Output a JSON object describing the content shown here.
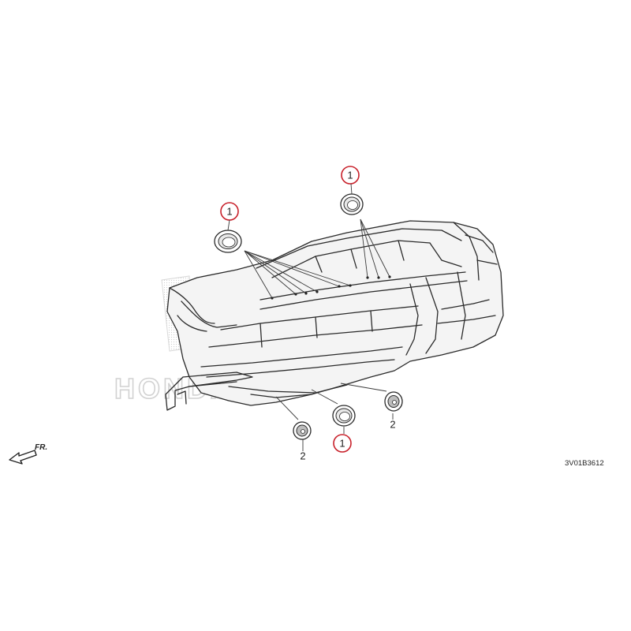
{
  "callouts": {
    "roof_left": "1",
    "roof_right": "1",
    "floor_center": "1",
    "floor_left": "2",
    "floor_right": "2"
  },
  "watermark": "HONDA",
  "direction_label": "FR.",
  "diagram_code": "3V01B3612",
  "colors": {
    "highlight_circle": "#c8202a",
    "line": "#2a2a2a",
    "watermark": "#d2d2d2"
  }
}
